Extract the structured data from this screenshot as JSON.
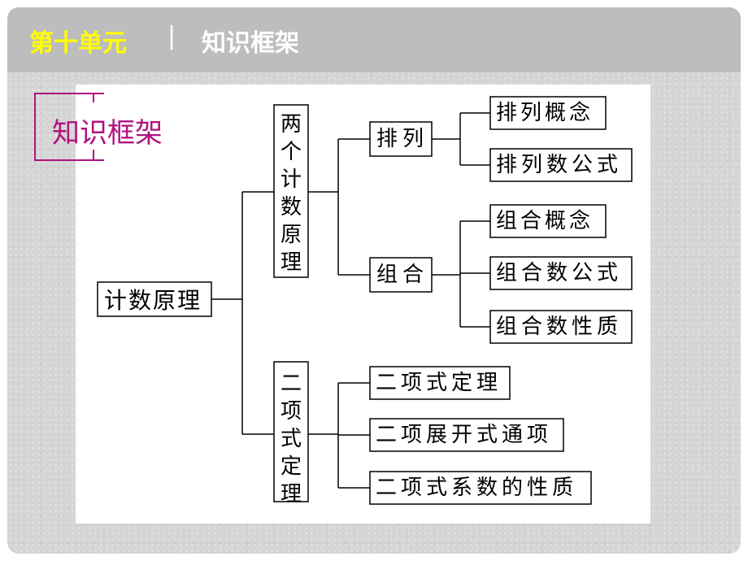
{
  "header": {
    "unit": "第十单元",
    "separator": "|",
    "title": "知识框架"
  },
  "badge": {
    "label": "知识框架"
  },
  "diagram": {
    "root": "计数原理",
    "branch1": "两个计数原理",
    "branch2": "二项式定理",
    "permutation": "排列",
    "combination": "组合",
    "perm_concept": "排列概念",
    "perm_formula": "排列数公式",
    "comb_concept": "组合概念",
    "comb_formula": "组合数公式",
    "comb_property": "组合数性质",
    "binom_theorem": "二项式定理",
    "binom_general_term": "二项展开式通项",
    "binom_coef_property": "二项式系数的性质"
  },
  "colors": {
    "unit_text": "#ffff00",
    "title_text": "#ffffff",
    "badge": "#b0127f",
    "header_bg": "#bdbdbd"
  }
}
